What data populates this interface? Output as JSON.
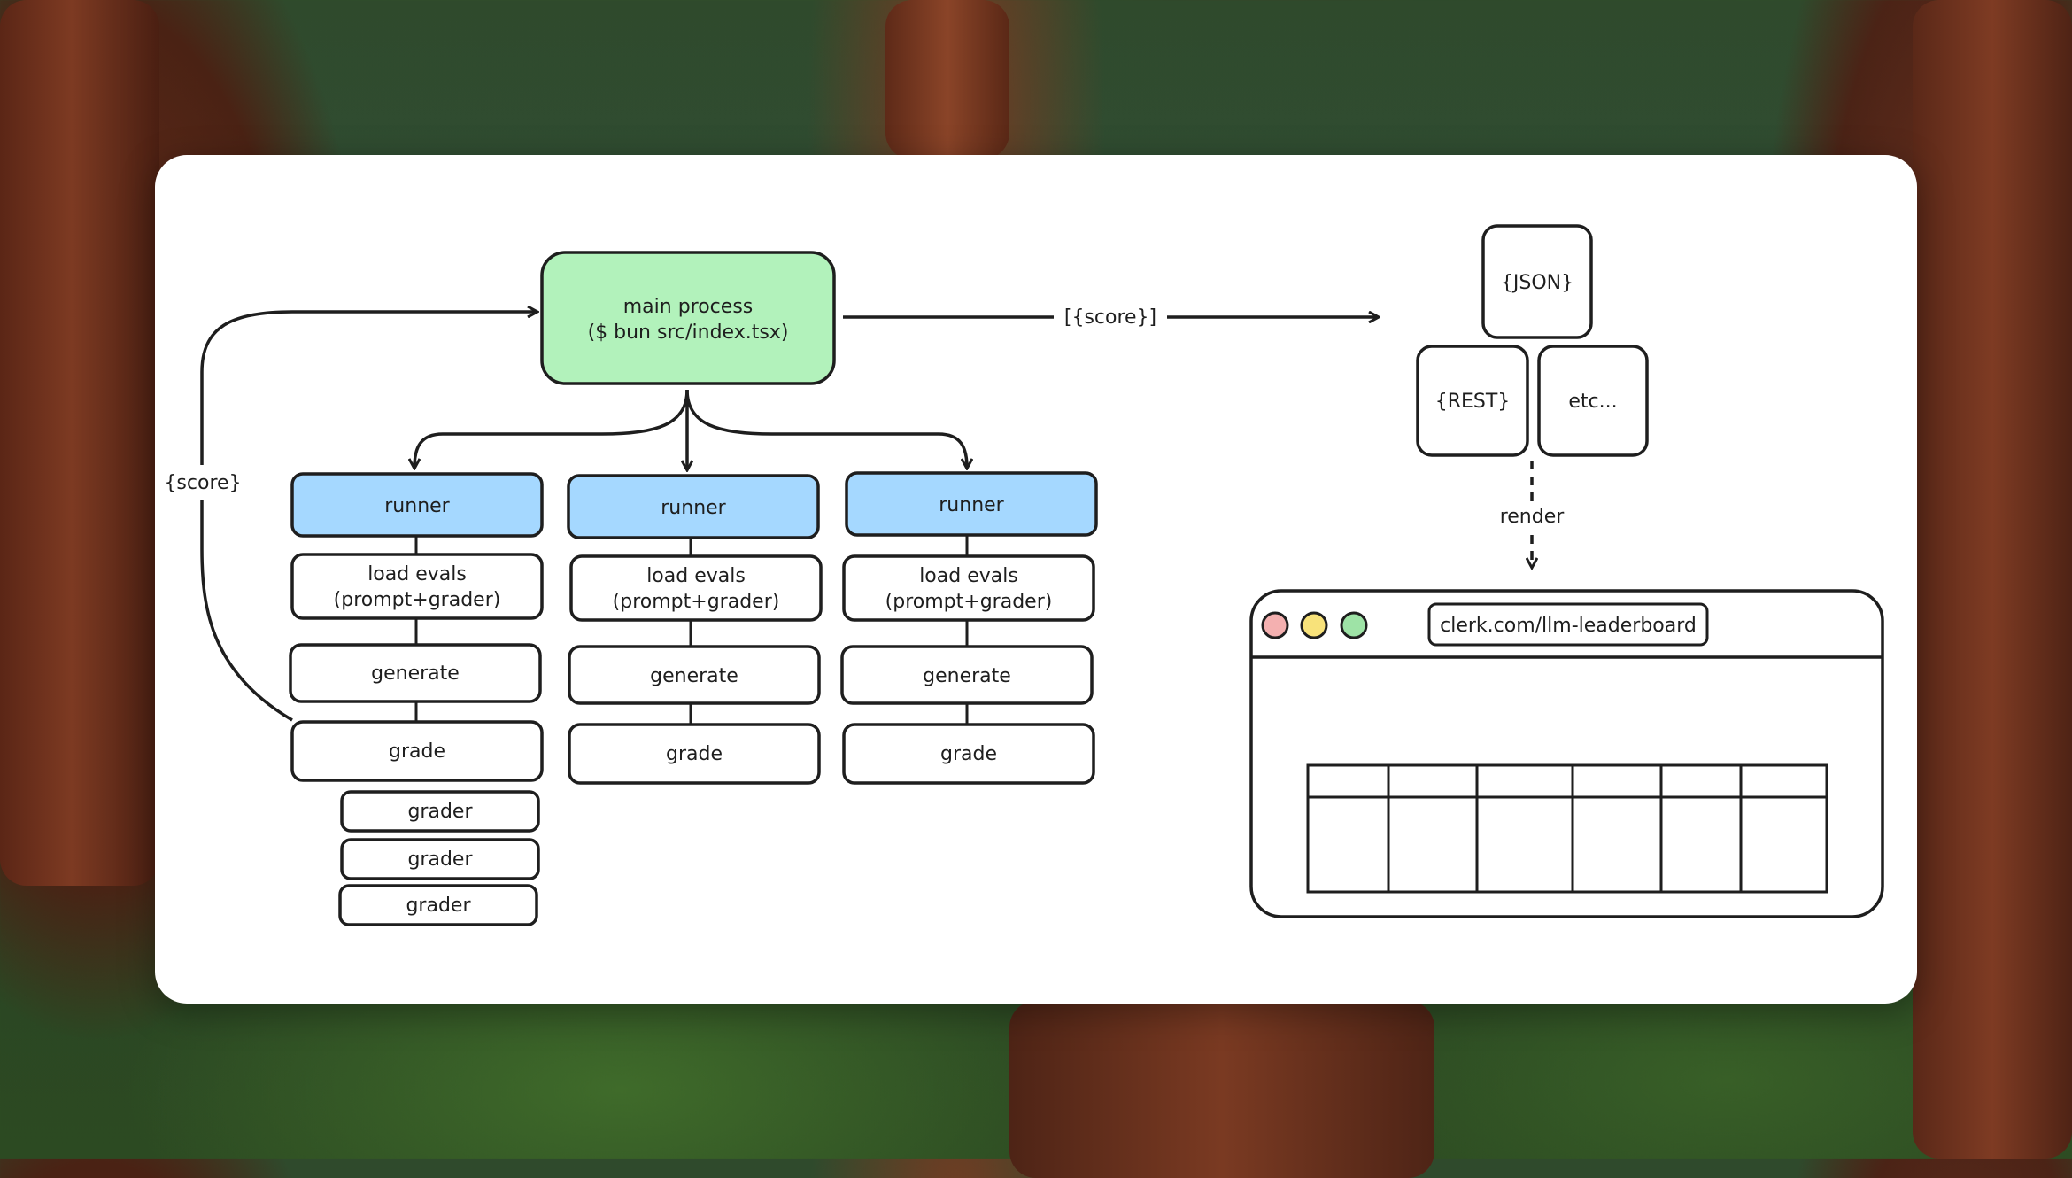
{
  "main_process": {
    "line1": "main process",
    "line2": "($ bun src/index.tsx)"
  },
  "edge_to_outputs": "[{score}]",
  "feedback_label": "{score}",
  "runners": [
    {
      "runner": "runner",
      "load_line1": "load evals",
      "load_line2": "(prompt+grader)",
      "generate": "generate",
      "grade": "grade"
    },
    {
      "runner": "runner",
      "load_line1": "load evals",
      "load_line2": "(prompt+grader)",
      "generate": "generate",
      "grade": "grade"
    },
    {
      "runner": "runner",
      "load_line1": "load evals",
      "load_line2": "(prompt+grader)",
      "generate": "generate",
      "grade": "grade"
    }
  ],
  "graders": [
    "grader",
    "grader",
    "grader"
  ],
  "outputs": {
    "json": "{JSON}",
    "rest": "{REST}",
    "etc": "etc..."
  },
  "render_label": "render",
  "browser": {
    "url": "clerk.com/llm-leaderboard",
    "traffic_lights": {
      "close": "#f4b0b0",
      "minimize": "#f8e27a",
      "maximize": "#9ee3a6"
    }
  },
  "colors": {
    "main_fill": "#b2f2bb",
    "runner_fill": "#a5d8ff",
    "stroke": "#1e1e1e"
  }
}
